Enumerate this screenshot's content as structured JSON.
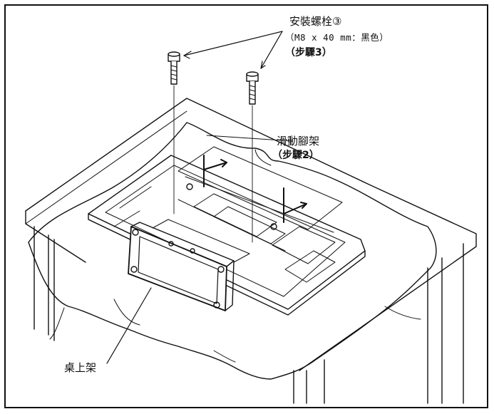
{
  "labels": {
    "bolt": {
      "name": "安裝螺栓③",
      "spec": "（M8 x 40 mm：黑色）",
      "step": "（步驟3）"
    },
    "slide_stand": {
      "name": "滑動腳架",
      "step": "（步驟2）"
    },
    "desk_stand": {
      "name": "桌上架"
    }
  }
}
